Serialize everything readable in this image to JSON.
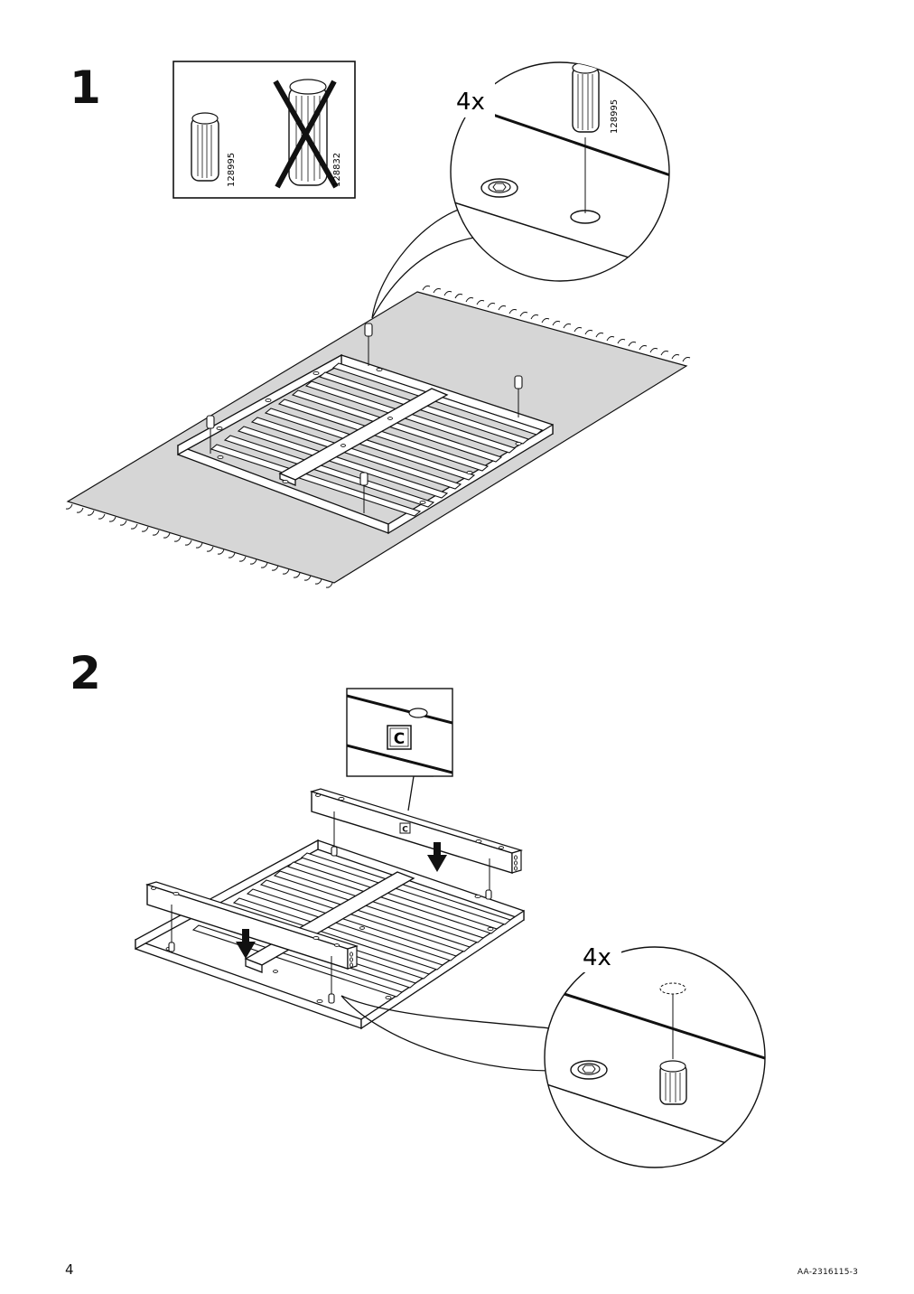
{
  "steps": [
    {
      "number": "1",
      "quantity": "4x",
      "part_id": "128995",
      "wrong_part_id": "128832"
    },
    {
      "number": "2",
      "quantity": "4x",
      "label_letter": "C"
    }
  ],
  "footer": {
    "page_number": "4",
    "doc_id": "AA-2316115-3"
  }
}
